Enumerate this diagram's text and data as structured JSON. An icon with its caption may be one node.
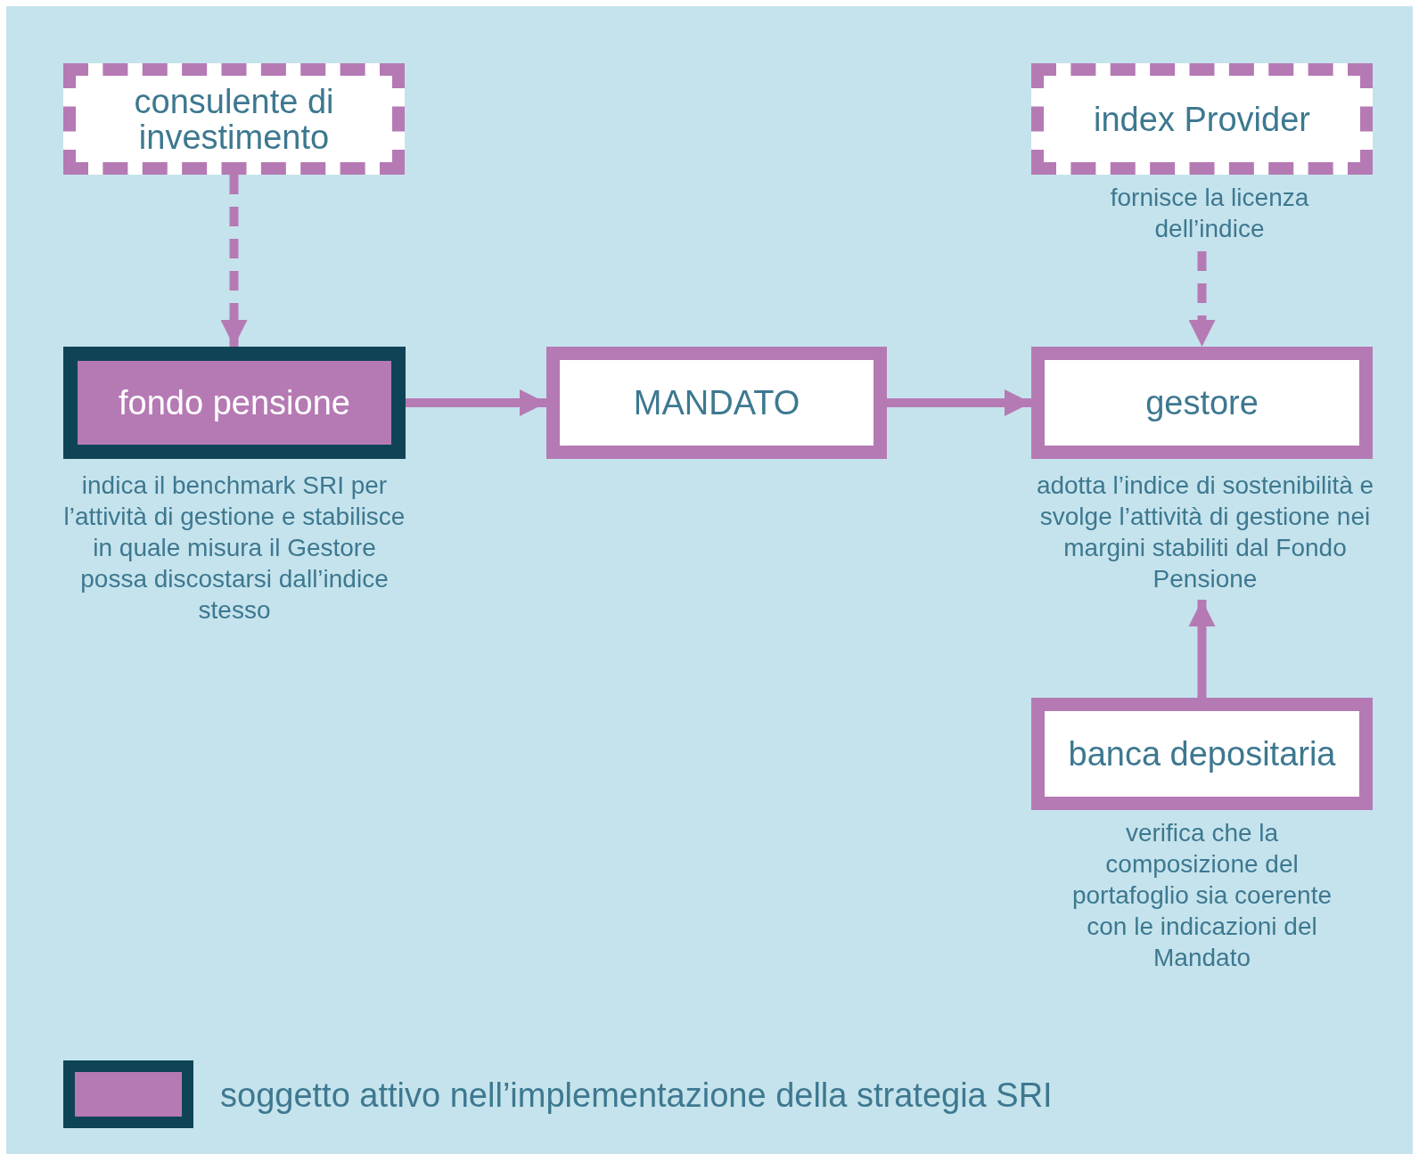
{
  "diagram": {
    "nodes": [
      {
        "text": [
          "consulente di investimento"
        ]
      },
      {
        "text": [
          "index Provider"
        ],
        "beside": [
          "fornisce la licenza dell’indice"
        ]
      },
      {
        "text": [
          "fondo pensione"
        ],
        "beside": [
          "indica il benchmark SRI per l’attività di gestione e stabilisce in quale misura il Gestore possa discostarsi dall’indice stesso"
        ]
      },
      {
        "text": [
          "MANDATO"
        ]
      },
      {
        "text": [
          "gestore"
        ],
        "beside": [
          "adotta l’indice di sostenibilità e svolge l’attività di gestione nei margini stabiliti dal Fondo Pensione"
        ]
      },
      {
        "text": [
          "banca depositaria"
        ],
        "beside": [
          "verifica che la composizione del portafoglio sia coerente con le indicazioni del Mandato"
        ]
      }
    ],
    "edges": [
      {
        "from": 0,
        "to": 2,
        "arrow": "to",
        "style": "dashed"
      },
      {
        "from": 1,
        "to": 4,
        "arrow": "to",
        "style": "dashed"
      },
      {
        "from": 2,
        "to": 3,
        "arrow": "to"
      },
      {
        "from": 3,
        "to": 4,
        "arrow": "to"
      },
      {
        "from": 5,
        "to": 4,
        "arrow": "to"
      }
    ],
    "legend": [
      {
        "text": "soggetto attivo nell’implementazione della strategia SRI",
        "color": "#b57ab4"
      }
    ]
  }
}
